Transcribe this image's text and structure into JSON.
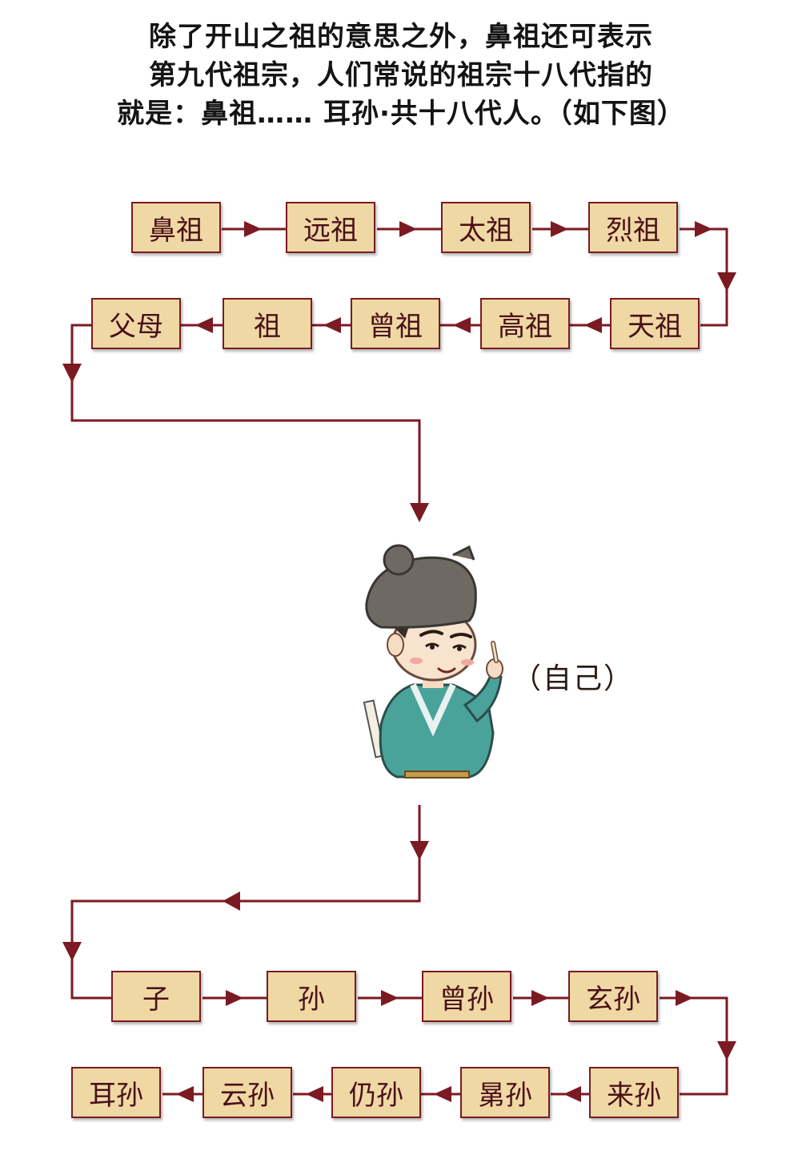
{
  "header": {
    "lines": [
      "除了开山之祖的意思之外，鼻祖还可表示",
      "第九代祖宗，人们常说的祖宗十八代指的",
      "就是：鼻祖…… 耳孙·共十八代人。（如下图）"
    ]
  },
  "ancestors": {
    "row1": [
      "鼻祖",
      "远祖",
      "太祖",
      "烈祖"
    ],
    "row2": [
      "天祖",
      "高祖",
      "曾祖",
      "祖",
      "父母"
    ]
  },
  "self": {
    "label": "（自己）"
  },
  "descendants": {
    "row1": [
      "子",
      "孙",
      "曾孙",
      "玄孙"
    ],
    "row2": [
      "来孙",
      "晜孙",
      "仍孙",
      "云孙",
      "耳孙"
    ]
  },
  "colors": {
    "box_fill": "#efd8a4",
    "box_border": "#7b1a22",
    "arrow": "#7b1a22",
    "robe": "#4aa39b",
    "hat": "#6e6a63"
  },
  "icons": {
    "self_figure": "scholar-figure-icon"
  }
}
